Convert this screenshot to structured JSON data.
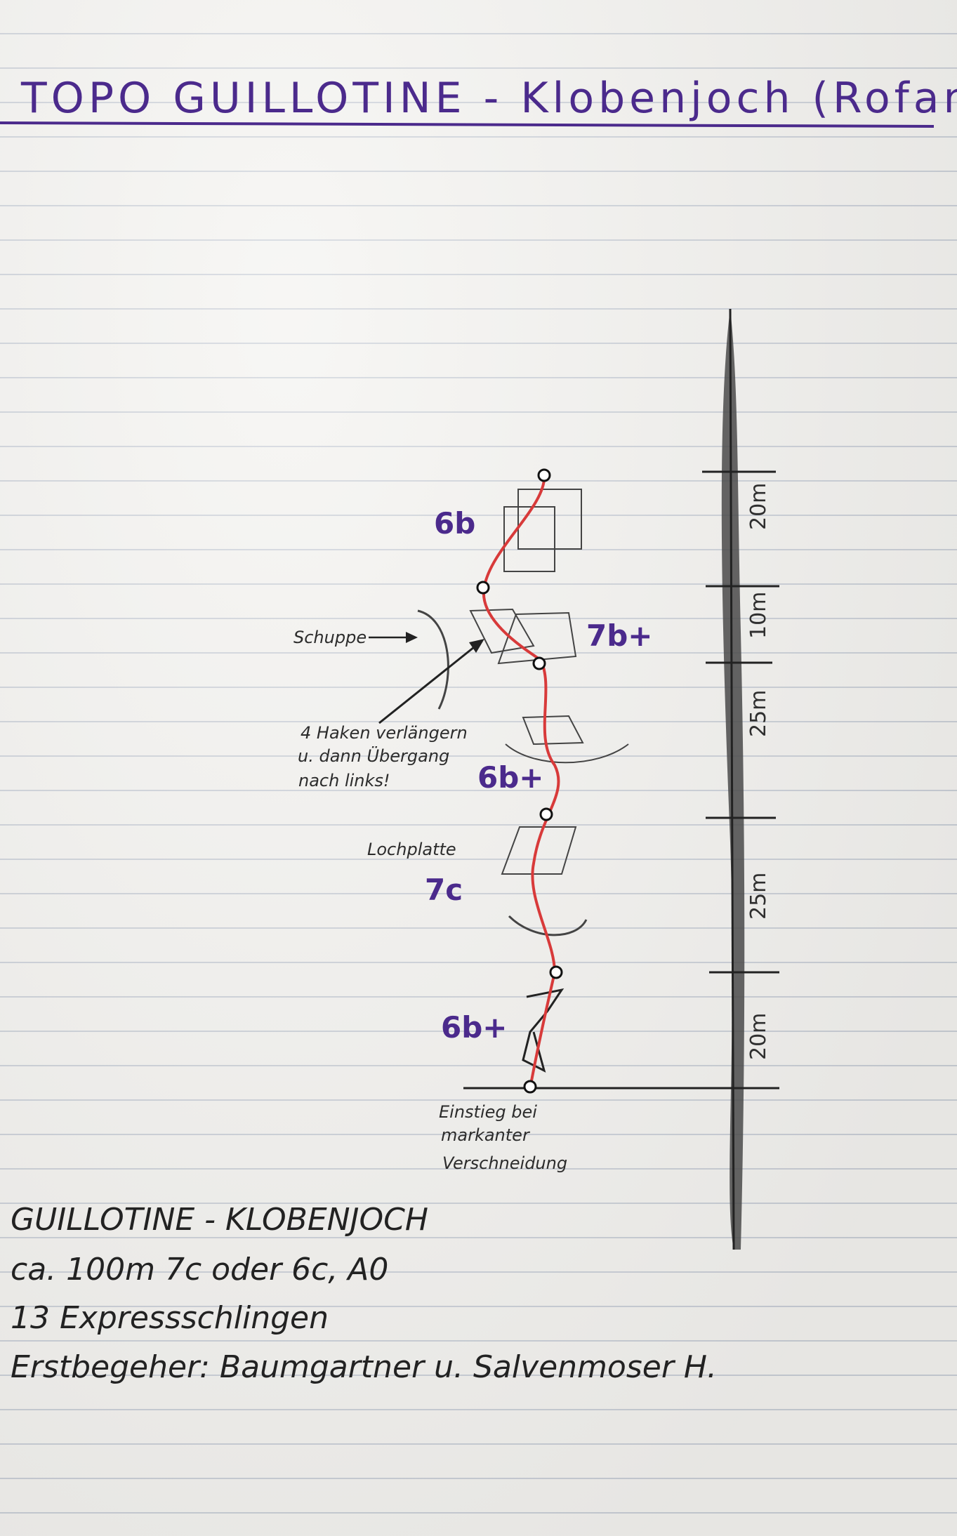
{
  "title": "TOPO GUILLOTINE - Klobenjoch (Rofan)",
  "pitches": [
    {
      "grade": "6b"
    },
    {
      "grade": "7b+"
    },
    {
      "grade": "6b+"
    },
    {
      "grade": "7c"
    },
    {
      "grade": "6b+"
    }
  ],
  "notes": {
    "schuppe": "Schuppe",
    "haken_line1": "4 Haken verlängern",
    "haken_line2": "u. dann Übergang",
    "haken_line3": "nach links!",
    "lochplatte": "Lochplatte",
    "einstieg_line1": "Einstieg bei",
    "einstieg_line2": "markanter",
    "einstieg_line3": "Verschneidung"
  },
  "scale": [
    "20m",
    "10m",
    "25m",
    "25m",
    "20m"
  ],
  "summary": {
    "line1": "GUILLOTINE - KLOBENJOCH",
    "line2": "ca. 100m   7c oder 6c, A0",
    "line3": "13 Expressschlingen",
    "line4": "Erstbegeher: Baumgartner u. Salvenmoser H."
  },
  "colors": {
    "ink_purple": "#4b2a8c",
    "route_red": "#d83a3a",
    "pencil": "#3a3a3a",
    "paper": "#f3f2ef",
    "rule_line": "#c9ced6"
  }
}
